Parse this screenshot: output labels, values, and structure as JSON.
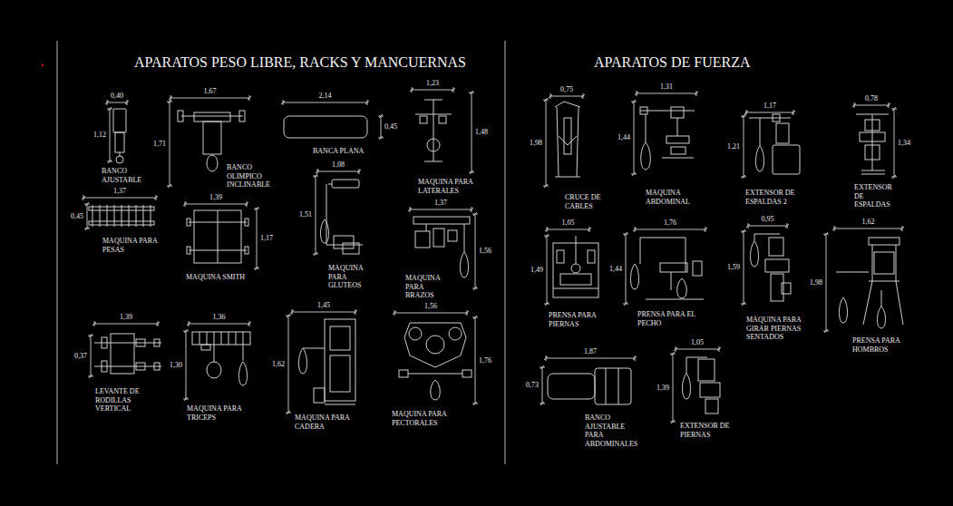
{
  "diagram": {
    "labels": [
      "APARATOS PESO LIBRE, RACKS Y MANCUERNAS",
      "APARATOS DE FUERZA",
      "0,40",
      "1,12",
      "BANCO AJUSTABLE",
      "1,67",
      "1,71",
      "BANCO OLIMPICO INCLINABLE",
      "2,14",
      "0,45",
      "BANCA PLANA",
      "1,23",
      "1,48",
      "MAQUINA PARA LATERALES",
      "1,37",
      "0,45",
      "MAQUINA PARA PESAS",
      "1,39",
      "1,17",
      "MAQUINA SMITH",
      "1,08",
      "1,51",
      "MAQUINA PARA GLUTEOS",
      "1,37",
      "1,56",
      "MAQUINA PARA BRAZOS",
      "1,39",
      "0,37",
      "LEVANTE DE RODILLAS VERTICAL",
      "1,36",
      "1,30",
      "MAQUINA PARA TRICEPS",
      "1,45",
      "1,62",
      "MAQUINA PARA CADERA",
      "1,56",
      "1,76",
      "MAQUINA PARA PECTORALES",
      "0,75",
      "1,98",
      "CRUCE DE CABLES",
      "1,31",
      "1,44",
      "MAQUINA ABDOMINAL",
      "1,17",
      "1,21",
      "EXTENSOR DE ESPALDAS 2",
      "0,78",
      "1,34",
      "EXTENSOR DE ESPALDAS",
      "1,05",
      "1,49",
      "PRENSA PARA PIERNAS",
      "1,76",
      "1,44",
      "PRENSA PARA EL PECHO",
      "0,95",
      "1,59",
      "MAQUINA PARA GIRAR PIERNAS SENTADOS",
      "1,62",
      "1,98",
      "PRENSA PARA HOMBROS",
      "1,87",
      "0,73",
      "BANCO AJUSTABLE PARA ABDOMINALES",
      "1,05",
      "1,39",
      "EXTENSOR DE PIERNAS"
    ]
  }
}
